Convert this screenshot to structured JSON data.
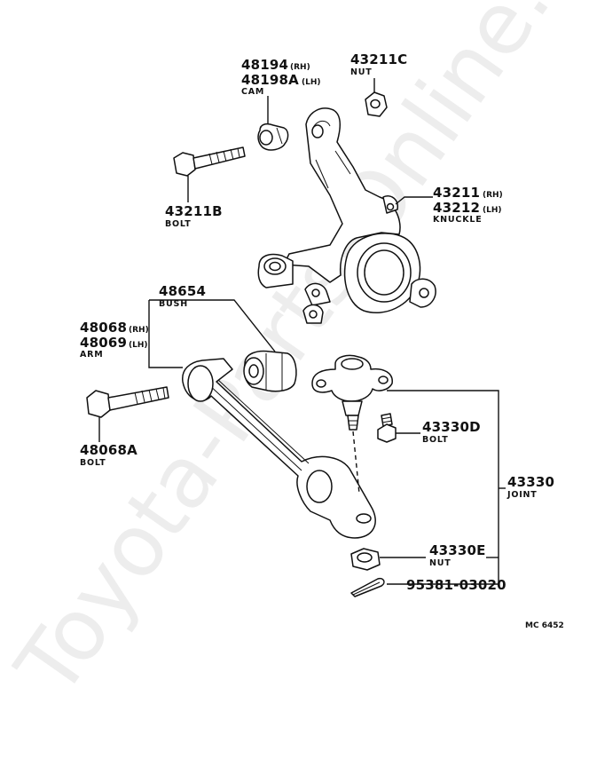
{
  "watermark": "Toyota-Parts-Online.ru",
  "diagram_code": "MC 6452",
  "callouts": {
    "cam": {
      "pn1": "48194",
      "sfx1": "(RH)",
      "pn2": "48198A",
      "sfx2": "(LH)",
      "name": "CAM"
    },
    "nut_top": {
      "pn": "43211C",
      "name": "NUT"
    },
    "knuckle": {
      "pn1": "43211",
      "sfx1": "(RH)",
      "pn2": "43212",
      "sfx2": "(LH)",
      "name": "KNUCKLE"
    },
    "bolt_top": {
      "pn": "43211B",
      "name": "BOLT"
    },
    "bush": {
      "pn": "48654",
      "name": "BUSH"
    },
    "arm": {
      "pn1": "48068",
      "sfx1": "(RH)",
      "pn2": "48069",
      "sfx2": "(LH)",
      "name": "ARM"
    },
    "bolt_arm": {
      "pn": "48068A",
      "name": "BOLT"
    },
    "bolt_joint": {
      "pn": "43330D",
      "name": "BOLT"
    },
    "joint": {
      "pn": "43330",
      "name": "JOINT"
    },
    "nut_joint": {
      "pn": "43330E",
      "name": "NUT"
    },
    "cotter_pin": {
      "pn": "95381-03020"
    }
  }
}
